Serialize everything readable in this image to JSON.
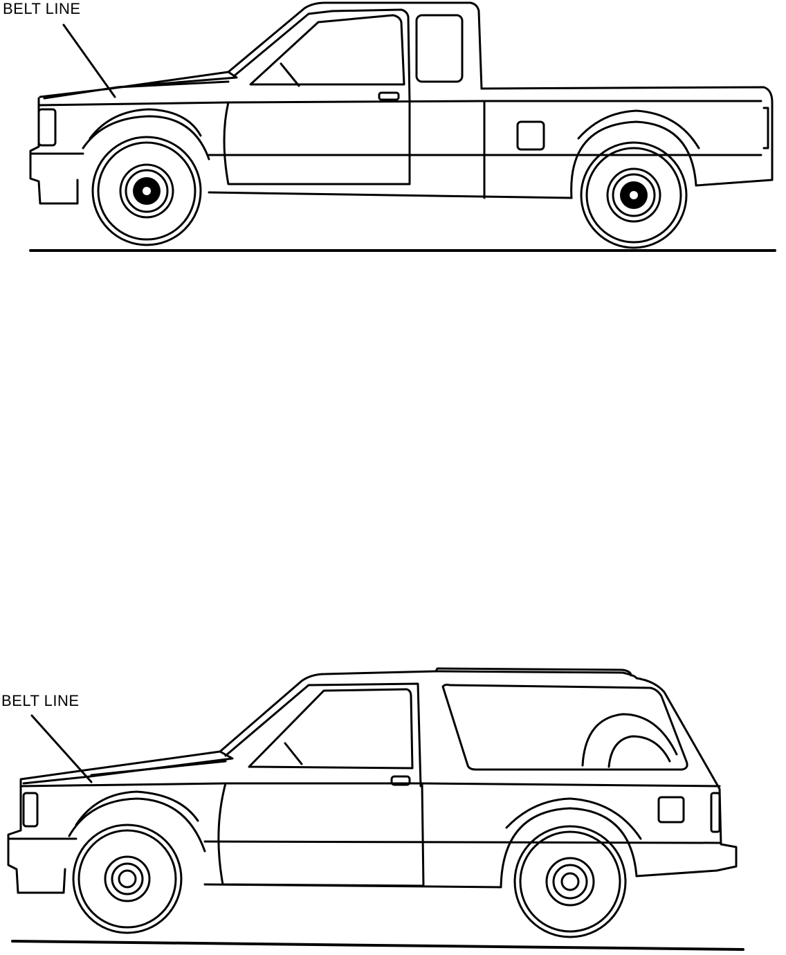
{
  "figures": [
    {
      "id": "extended-cab-pickup",
      "label": "BELT LINE"
    },
    {
      "id": "two-door-suv",
      "label": "BELT LINE"
    }
  ],
  "colors": {
    "line": "#000000",
    "background": "#ffffff"
  }
}
